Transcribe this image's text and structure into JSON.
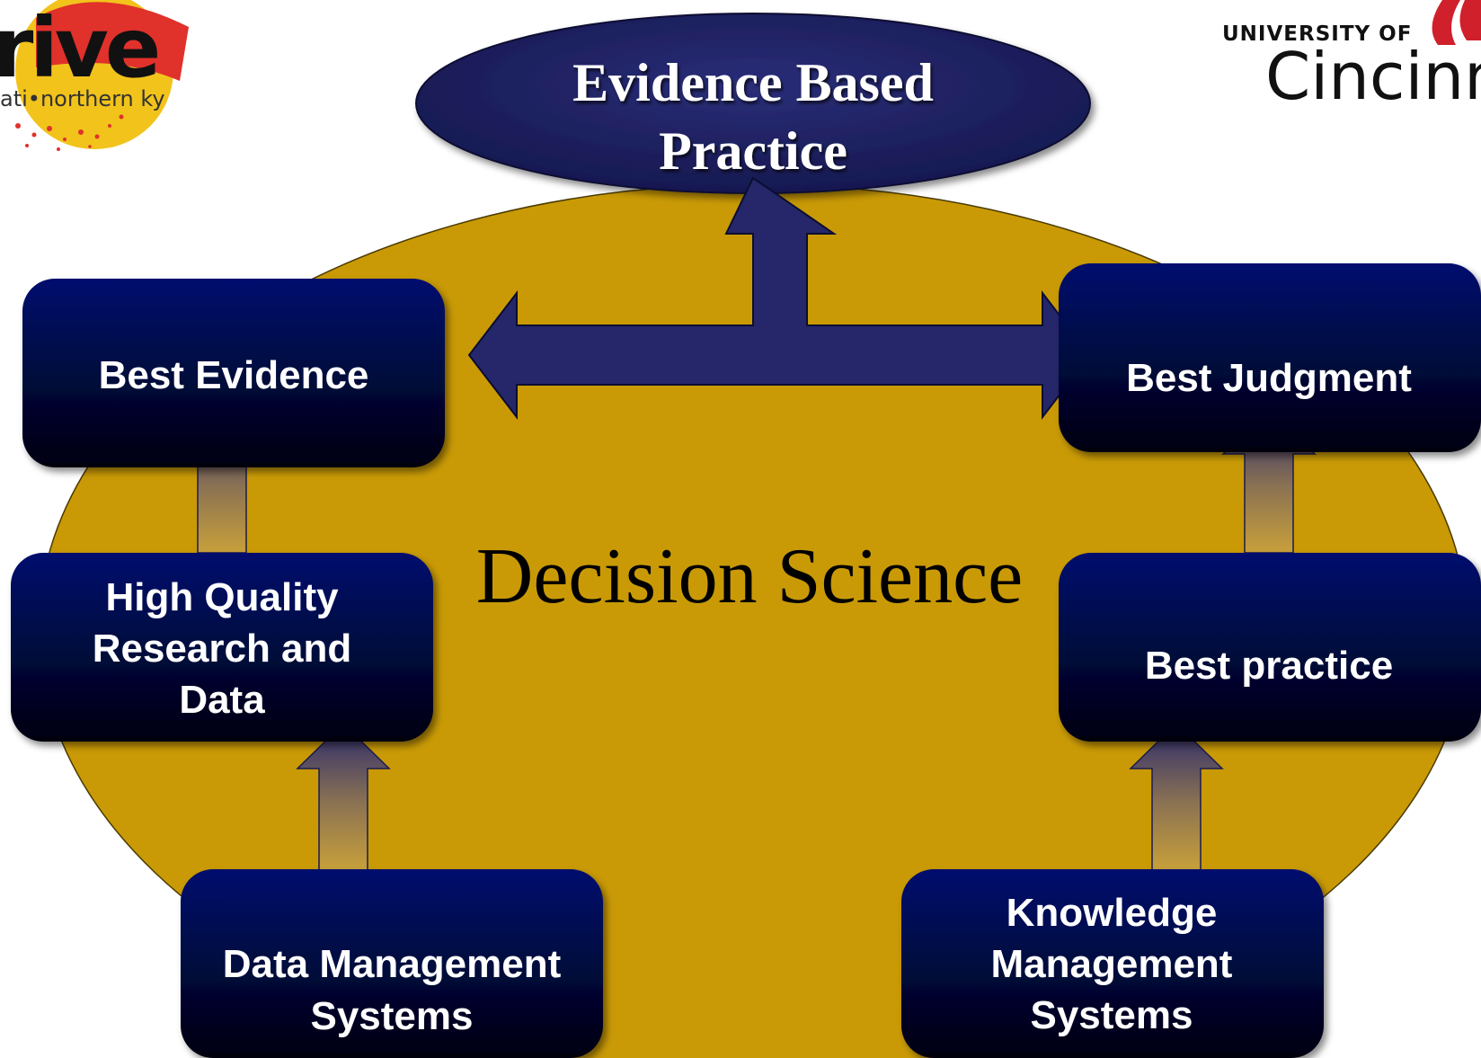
{
  "logos": {
    "left": {
      "wordmark": "rive",
      "tagline": "ati•northern ky"
    },
    "right": {
      "line1": "UNIVERSITY OF",
      "line2": "Cincinn"
    }
  },
  "diagram": {
    "center_label": "Decision Science",
    "top_node": {
      "line1": "Evidence Based",
      "line2": "Practice"
    },
    "nodes": {
      "best_evidence": [
        "Best Evidence"
      ],
      "best_judgment": [
        "Best Judgment"
      ],
      "hq_research": [
        "High Quality",
        "Research and",
        "Data"
      ],
      "best_practice": [
        "Best practice"
      ],
      "data_mgmt": [
        "Data Management",
        "Systems"
      ],
      "knowledge_mgmt": [
        "Knowledge",
        "Management",
        "Systems"
      ]
    }
  },
  "colors": {
    "big_ellipse": "#c99a06",
    "node_top": "#000e6e",
    "node_bottom": "#02020f",
    "top_ellipse": "#1e2160",
    "arrow_navy": "#25276a",
    "arrow_gold": "#c39a3a",
    "text_white": "#ffffff",
    "center_text": "#000000"
  }
}
